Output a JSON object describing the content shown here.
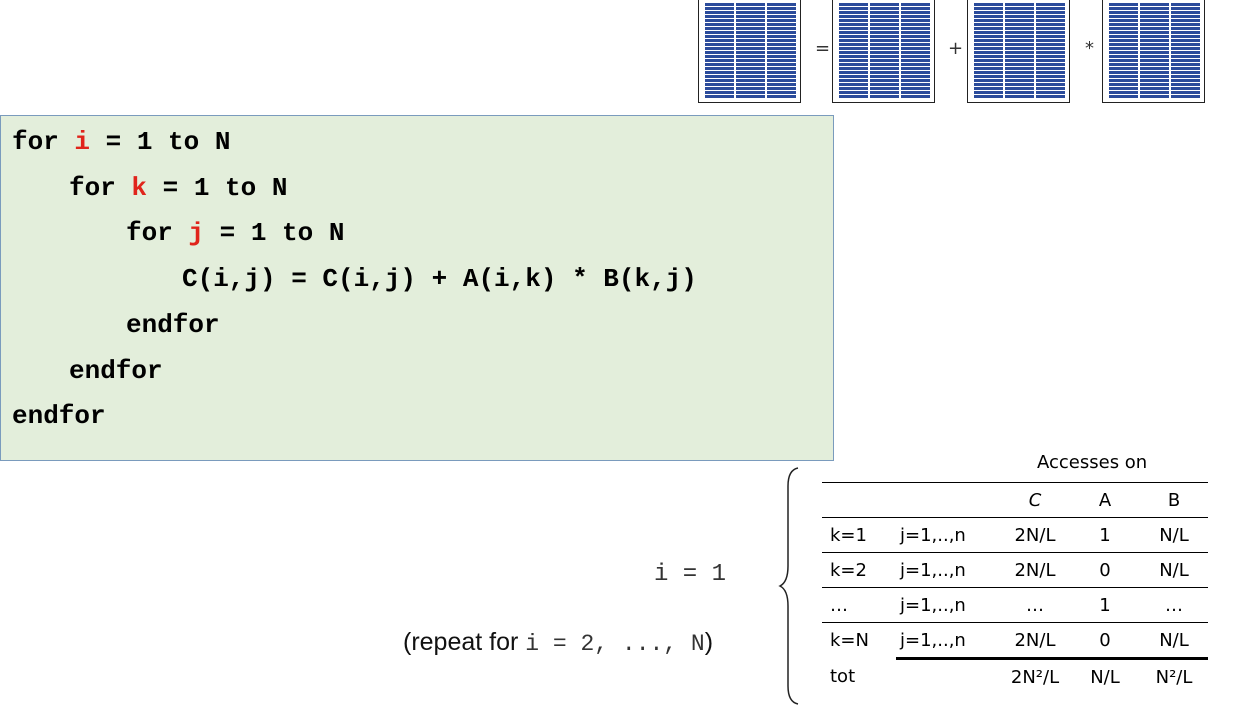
{
  "diagram": {
    "operators": [
      "=",
      "+",
      "*"
    ]
  },
  "code": {
    "line1": {
      "kw1": "for ",
      "var": "i",
      "rest": " = 1 to N"
    },
    "line2": {
      "kw1": "for ",
      "var": "k",
      "rest": " = 1 to N"
    },
    "line3": {
      "kw1": "for ",
      "var": "j",
      "rest": " = 1 to N"
    },
    "line4": "C(i,j) = C(i,j) + A(i,k) * B(k,j)",
    "line5": "endfor",
    "line6": "endfor",
    "line7": "endfor"
  },
  "annotations": {
    "i_equals": "i = 1",
    "repeat_prefix": "(repeat for ",
    "repeat_mono": "i = 2, ..., N",
    "repeat_suffix": ")"
  },
  "table": {
    "title": "Accesses on",
    "headers": [
      "",
      "",
      "C",
      "A",
      "B"
    ],
    "rows": [
      [
        "k=1",
        "j=1,..,n",
        "2N/L",
        "1",
        "N/L"
      ],
      [
        "k=2",
        "j=1,..,n",
        "2N/L",
        "0",
        "N/L"
      ],
      [
        "…",
        "j=1,..,n",
        "…",
        "1",
        "…"
      ],
      [
        "k=N",
        "j=1,..,n",
        "2N/L",
        "0",
        "N/L"
      ],
      [
        "tot",
        "",
        "2N²/L",
        "N/L",
        "N²/L"
      ]
    ]
  }
}
